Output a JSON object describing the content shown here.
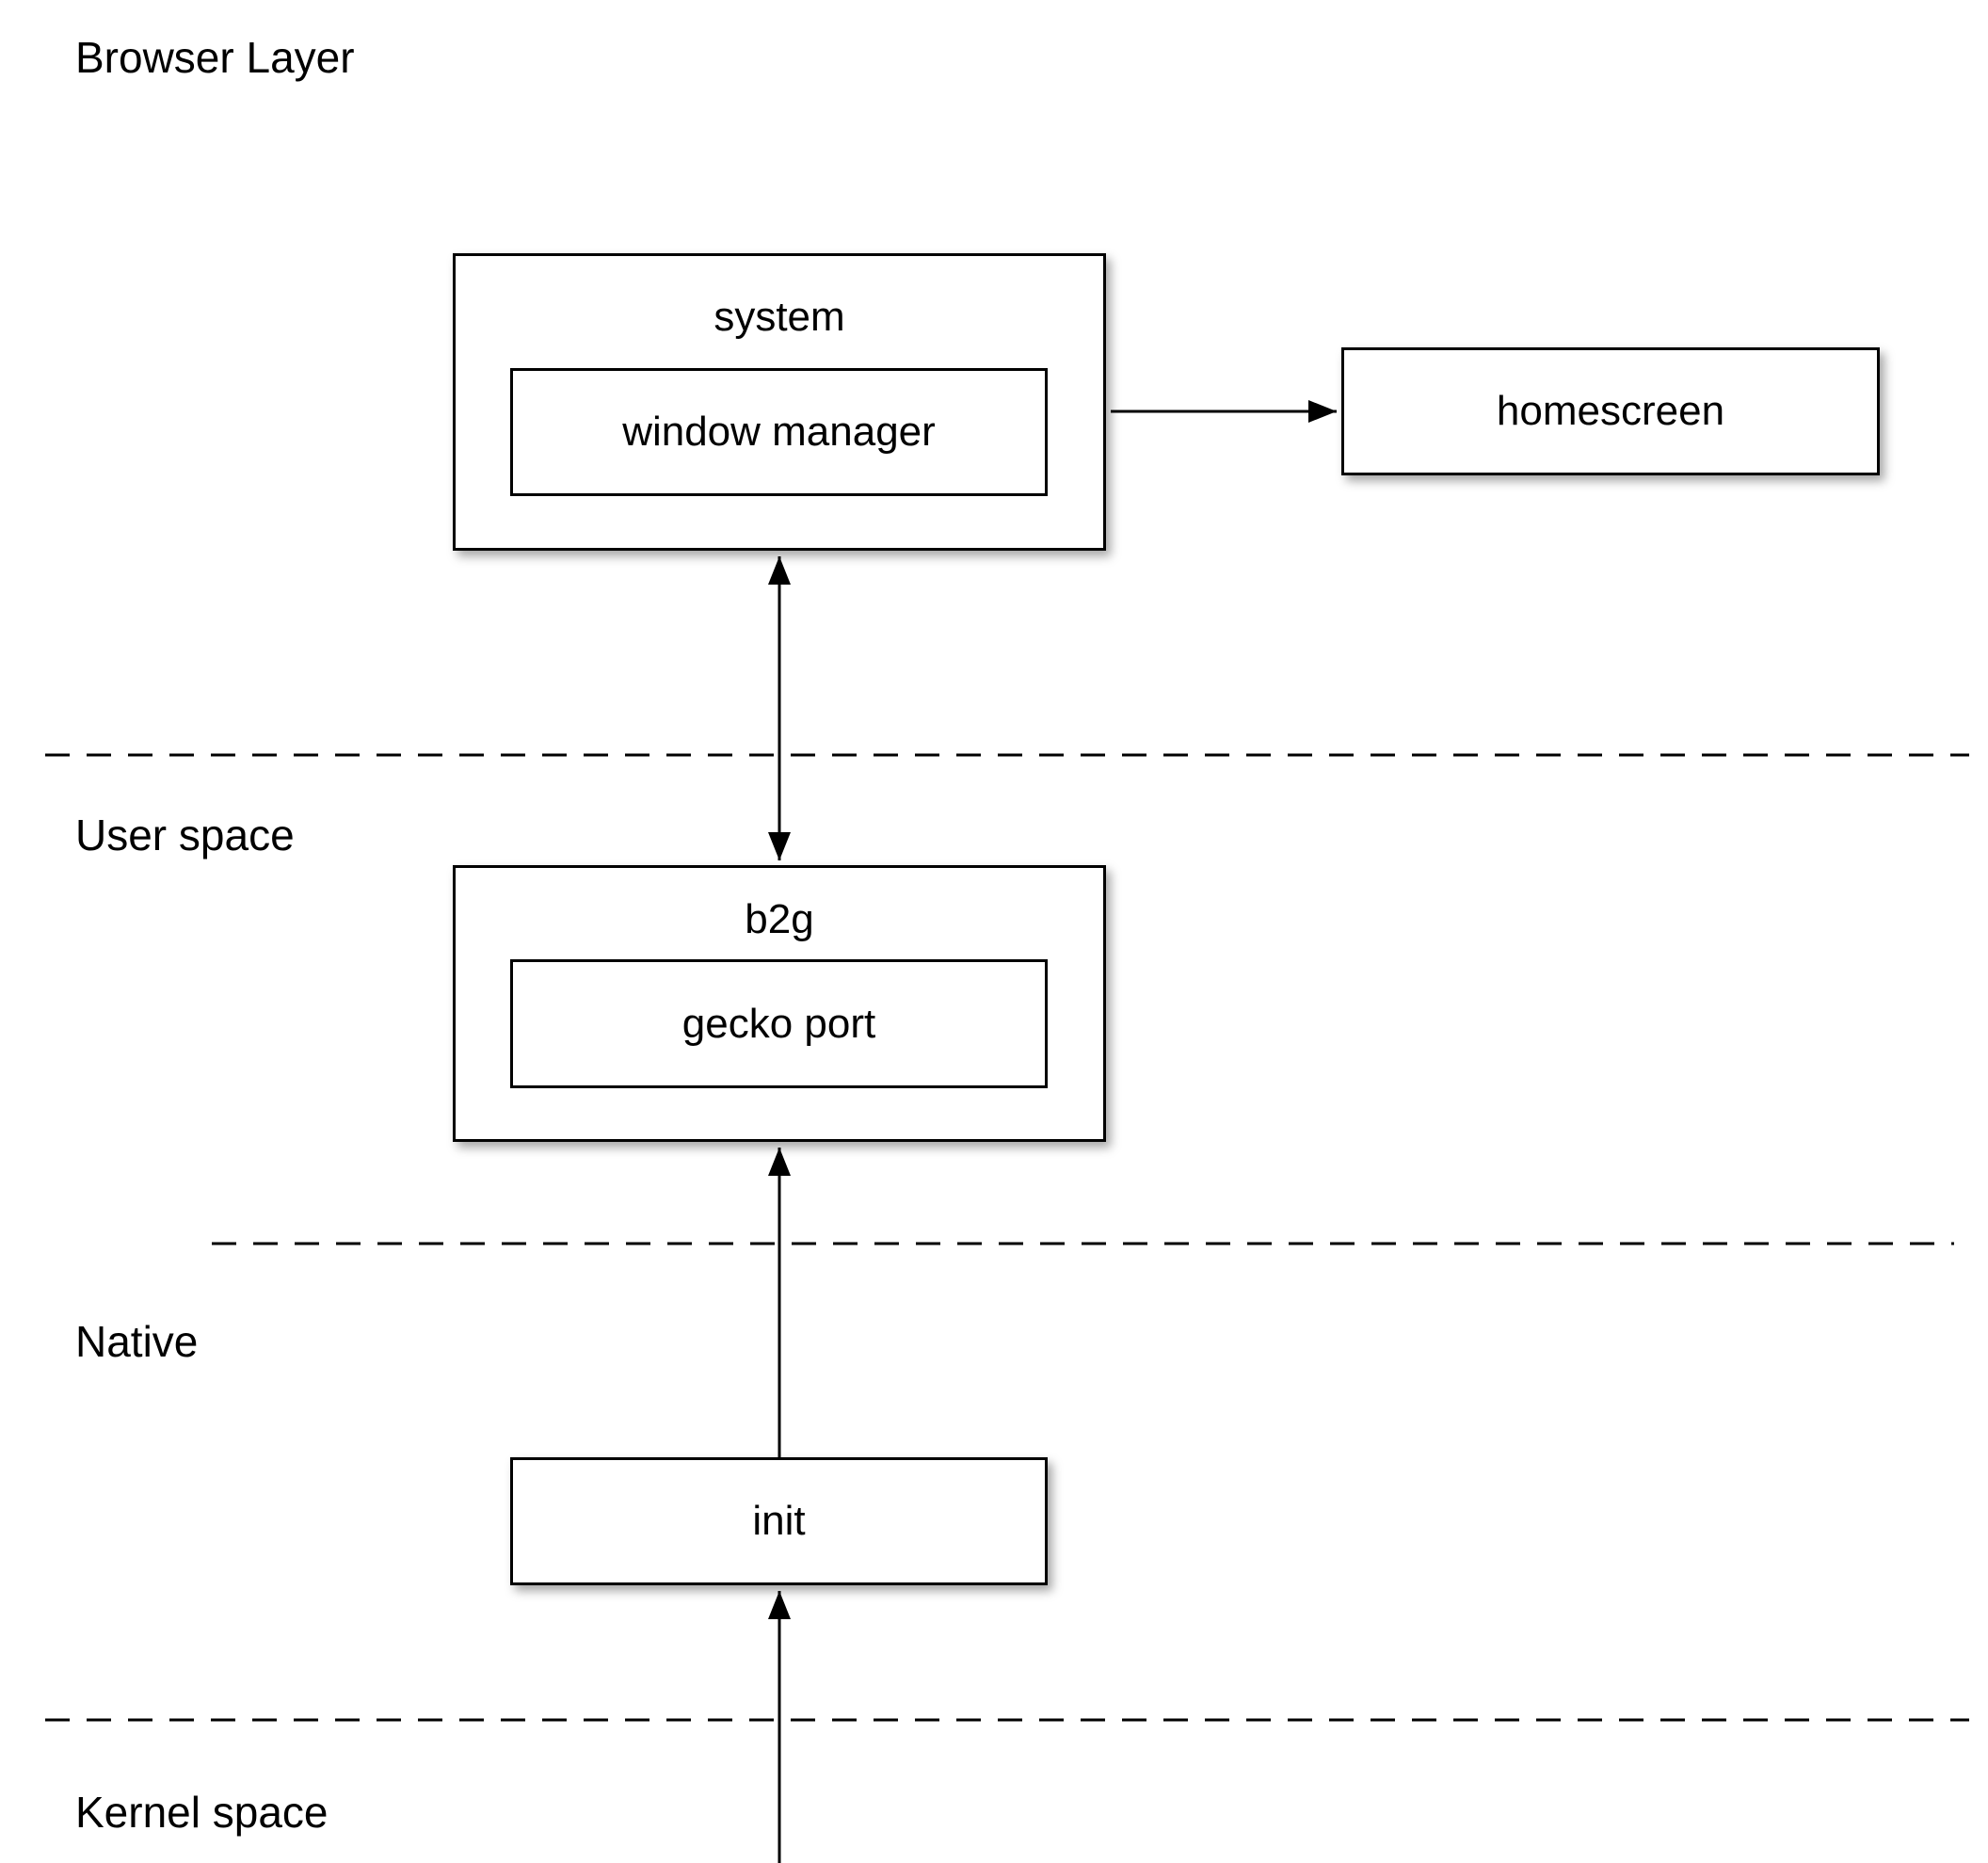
{
  "layers": {
    "browser": "Browser Layer",
    "user_space": "User space",
    "native": "Native",
    "kernel_space": "Kernel space"
  },
  "nodes": {
    "system": {
      "title": "system",
      "child": "window manager"
    },
    "homescreen": {
      "label": "homescreen"
    },
    "b2g": {
      "title": "b2g",
      "child": "gecko port"
    },
    "init": {
      "label": "init"
    }
  },
  "connectors": {
    "system_to_homescreen": "arrow-right",
    "system_b2g": "double-arrow-vertical",
    "init_to_b2g": "arrow-up",
    "kernel_to_init": "arrow-up"
  },
  "colors": {
    "background": "#ffffff",
    "box_fill": "#ffffff",
    "box_border": "#000000",
    "line": "#000000",
    "text": "#000000"
  }
}
